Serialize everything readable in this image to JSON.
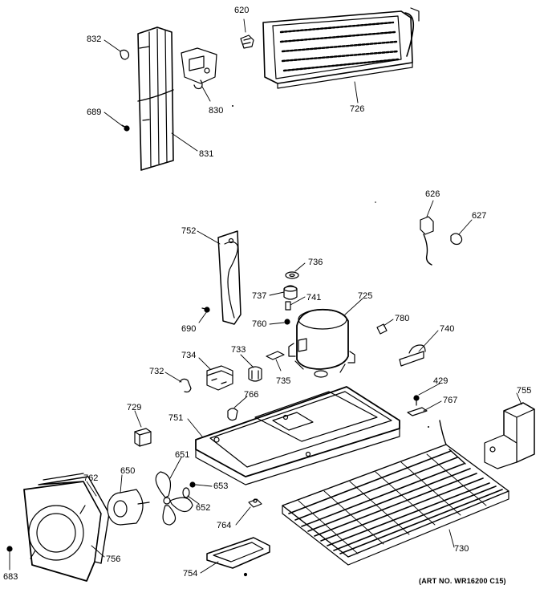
{
  "diagram": {
    "art_number": "(ART NO. WR16200 C15)",
    "callouts": [
      {
        "id": "620",
        "label": "620"
      },
      {
        "id": "726",
        "label": "726"
      },
      {
        "id": "832",
        "label": "832"
      },
      {
        "id": "830",
        "label": "830"
      },
      {
        "id": "689",
        "label": "689"
      },
      {
        "id": "831",
        "label": "831"
      },
      {
        "id": "626",
        "label": "626"
      },
      {
        "id": "627",
        "label": "627"
      },
      {
        "id": "752",
        "label": "752"
      },
      {
        "id": "736",
        "label": "736"
      },
      {
        "id": "737",
        "label": "737"
      },
      {
        "id": "741",
        "label": "741"
      },
      {
        "id": "725",
        "label": "725"
      },
      {
        "id": "690",
        "label": "690"
      },
      {
        "id": "760",
        "label": "760"
      },
      {
        "id": "780",
        "label": "780"
      },
      {
        "id": "740",
        "label": "740"
      },
      {
        "id": "734",
        "label": "734"
      },
      {
        "id": "733",
        "label": "733"
      },
      {
        "id": "732",
        "label": "732"
      },
      {
        "id": "735",
        "label": "735"
      },
      {
        "id": "429",
        "label": "429"
      },
      {
        "id": "766",
        "label": "766"
      },
      {
        "id": "767",
        "label": "767"
      },
      {
        "id": "755",
        "label": "755"
      },
      {
        "id": "729",
        "label": "729"
      },
      {
        "id": "751",
        "label": "751"
      },
      {
        "id": "651",
        "label": "651"
      },
      {
        "id": "762",
        "label": "762"
      },
      {
        "id": "650",
        "label": "650"
      },
      {
        "id": "653",
        "label": "653"
      },
      {
        "id": "652",
        "label": "652"
      },
      {
        "id": "764",
        "label": "764"
      },
      {
        "id": "756",
        "label": "756"
      },
      {
        "id": "730",
        "label": "730"
      },
      {
        "id": "683",
        "label": "683"
      },
      {
        "id": "754",
        "label": "754"
      }
    ]
  }
}
